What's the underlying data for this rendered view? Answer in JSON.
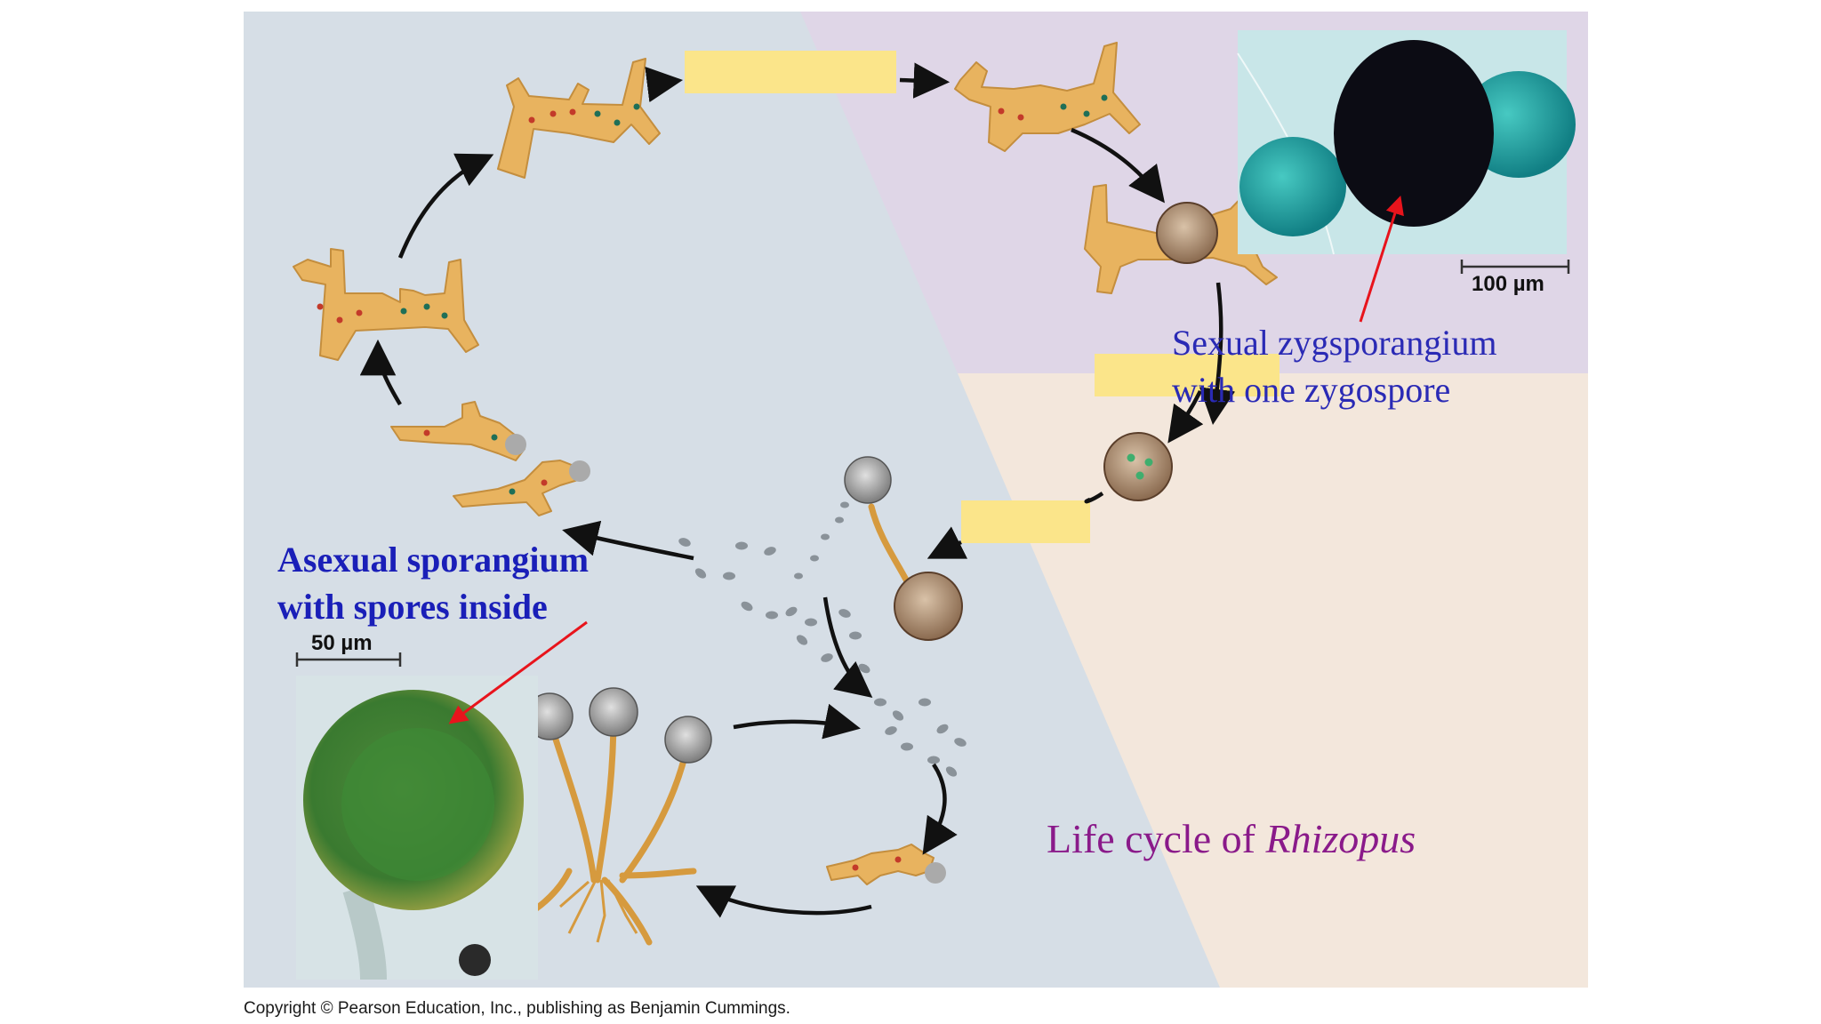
{
  "labels": {
    "asexual_line1": "Asexual sporangium",
    "asexual_line2": "with spores inside",
    "sexual_line1": "Sexual zygsporangium",
    "sexual_line2": "with one zygospore",
    "caption_prefix": "Life cycle of ",
    "caption_italic": "Rhizopus",
    "scale_left": "50 µm",
    "scale_right": "100 µm",
    "copyright": "Copyright © Pearson Education, Inc., publishing as Benjamin Cummings."
  },
  "colors": {
    "asexual_label": "#1a1fb8",
    "sexual_label": "#2a2ab5",
    "caption": "#8a1a8a",
    "pointer_arrow": "#e8141c",
    "hidden_label_box": "#fbe58a",
    "hypha": "#e8b35f",
    "background_asexual": "#d6dee6",
    "background_sexual": "#dfd6e7",
    "background_zygote": "#f3e7dc"
  }
}
